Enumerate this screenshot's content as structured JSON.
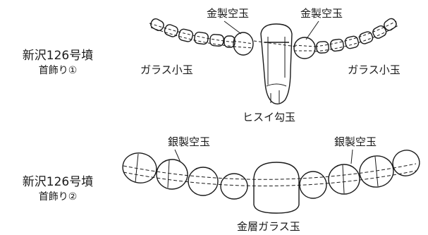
{
  "necklace1": {
    "title": "新沢126号墳",
    "subtitle": "首飾り①",
    "labels": {
      "gold_left": "金製空玉",
      "gold_right": "金製空玉",
      "glass_left": "ガラス小玉",
      "glass_right": "ガラス小玉",
      "jade": "ヒスイ勾玉"
    }
  },
  "necklace2": {
    "title": "新沢126号墳",
    "subtitle": "首飾り②",
    "labels": {
      "silver_left": "銀製空玉",
      "silver_right": "銀製空玉",
      "gold_glass": "金層ガラス玉"
    }
  },
  "colors": {
    "ink": "#1a1a1a",
    "background": "#ffffff"
  }
}
